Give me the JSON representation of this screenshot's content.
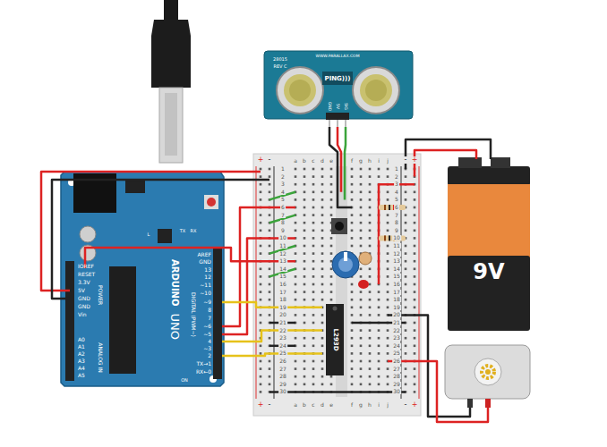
{
  "diagram": {
    "nodes": [
      {
        "text": [
          "ARDUINO",
          "UNO"
        ]
      },
      {
        "text": [
          "PING)))"
        ]
      },
      {
        "text": [
          "9V"
        ]
      },
      {
        "text": [
          "L293D"
        ]
      }
    ],
    "labels": [
      "AREF",
      "GND",
      "13",
      "12",
      "~11",
      "~10",
      "~9",
      "8",
      "7",
      "~6",
      "~5",
      "4",
      "~3",
      "2",
      "TX→1",
      "RX←0",
      "DIGITAL (PWM~)",
      "IOREF",
      "RESET",
      "3.3V",
      "5V",
      "GND",
      "GND",
      "Vin",
      "A0",
      "A1",
      "A2",
      "A3",
      "A4",
      "A5",
      "POWER",
      "ANALOG IN",
      "L",
      "TX",
      "RX",
      "ON",
      "28015",
      "REV C",
      "WWW.PARALLAX.COM",
      "GND",
      "5V",
      "SIG",
      "+",
      "-",
      "-",
      "+",
      "a",
      "b",
      "c",
      "d",
      "e",
      "f",
      "g",
      "h",
      "i",
      "j",
      "a",
      "b",
      "c",
      "d",
      "e",
      "f",
      "g",
      "h",
      "i",
      "j",
      "+",
      "-",
      "-",
      "+",
      "1",
      "2",
      "3",
      "4",
      "5",
      "6",
      "7",
      "8",
      "9",
      "10",
      "11",
      "12",
      "13",
      "14",
      "15",
      "16",
      "17",
      "18",
      "19",
      "20",
      "21",
      "22",
      "23",
      "24",
      "25",
      "26",
      "27",
      "28",
      "29",
      "30",
      "1",
      "2",
      "3",
      "4",
      "5",
      "6",
      "7",
      "8",
      "9",
      "10",
      "11",
      "12",
      "13",
      "14",
      "15",
      "16",
      "17",
      "18",
      "19",
      "20",
      "21",
      "22",
      "23",
      "24",
      "25",
      "26",
      "27",
      "28",
      "29",
      "30"
    ]
  }
}
